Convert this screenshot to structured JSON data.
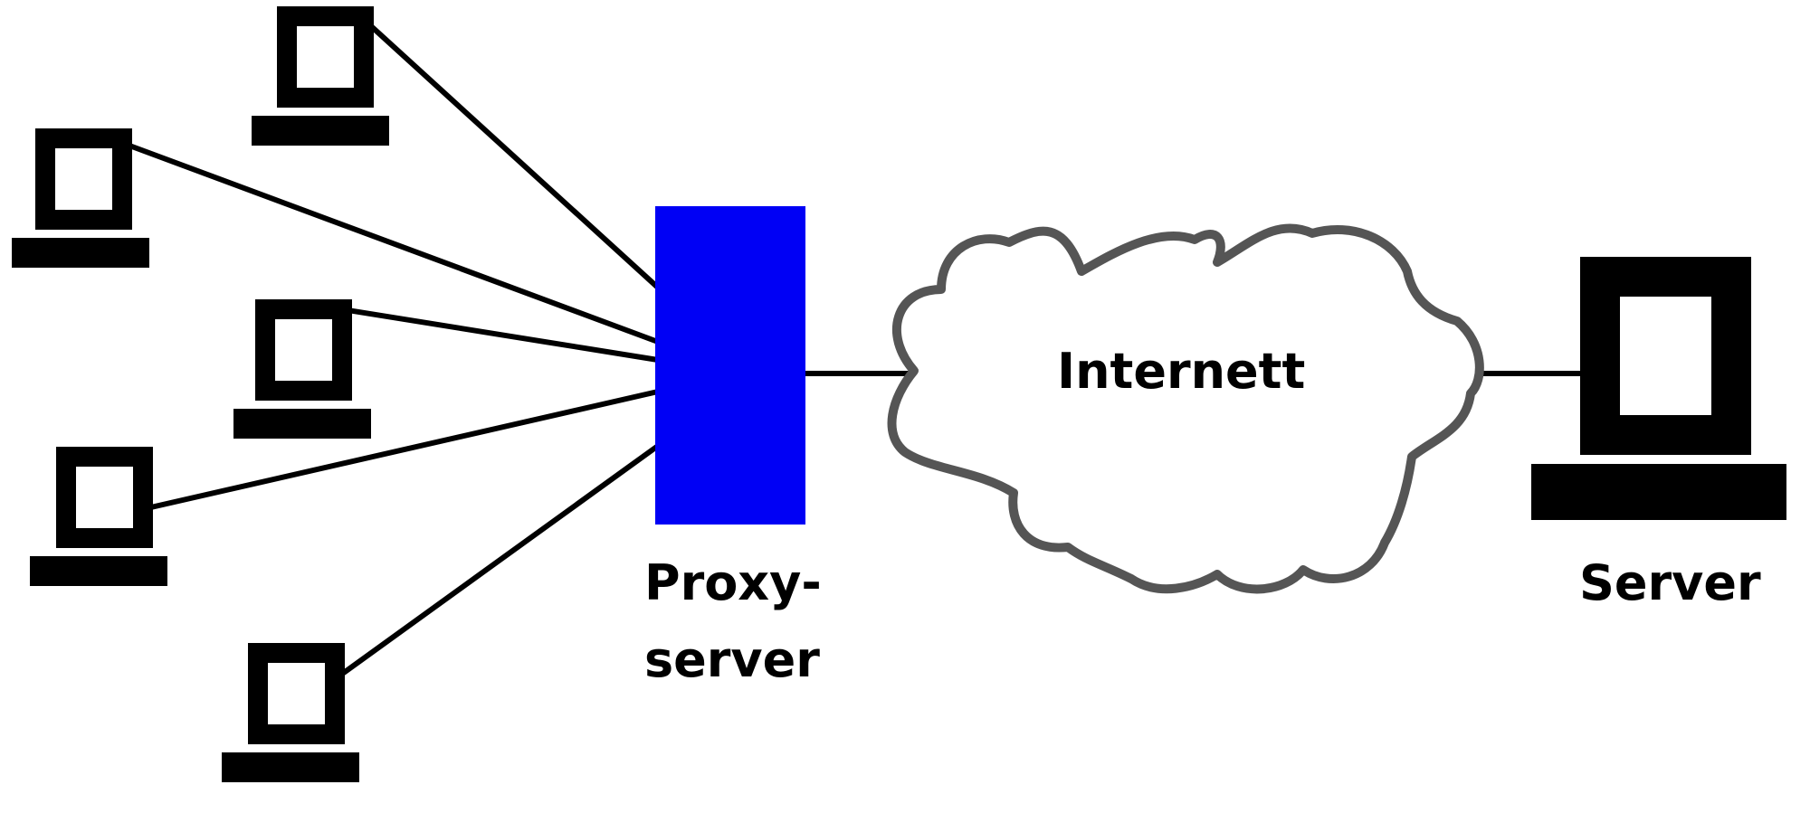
{
  "labels": {
    "proxy_line1": "Proxy-",
    "proxy_line2": "server",
    "internet": "Internett",
    "server": "Server"
  },
  "icons": {
    "client": "computer-icon",
    "server": "computer-icon",
    "cloud": "cloud-icon"
  },
  "colors": {
    "proxy_fill": "#0000F5",
    "cloud_stroke": "#555555",
    "line": "#000000",
    "computer": "#000000",
    "background": "#FFFFFF"
  }
}
